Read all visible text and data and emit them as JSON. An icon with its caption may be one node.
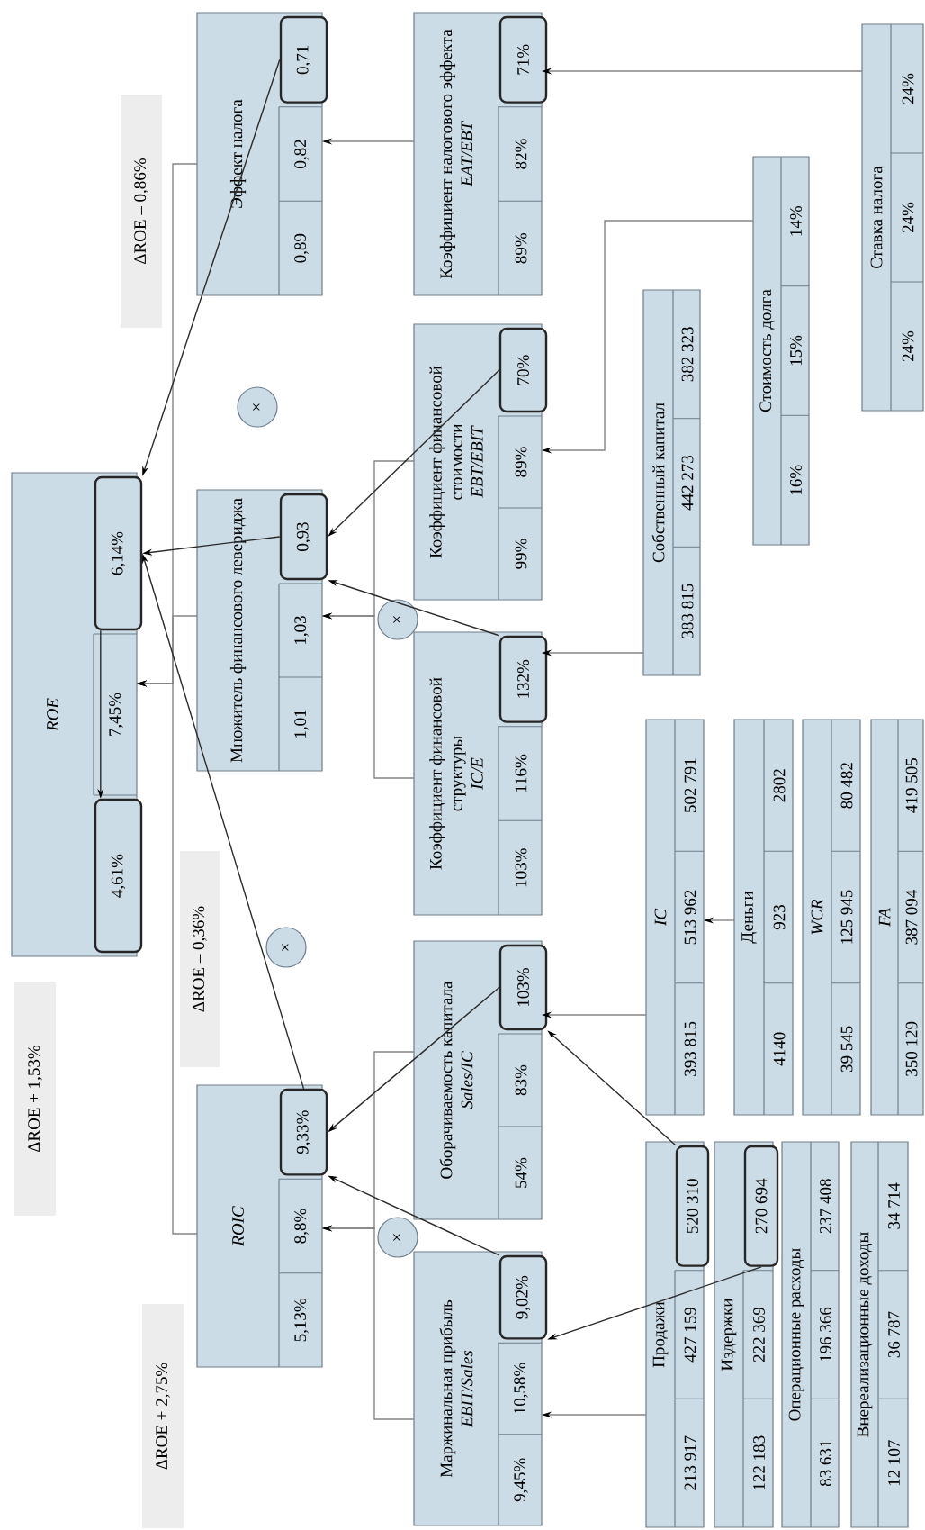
{
  "diagram": {
    "nodes": [
      {
        "text": [
          "ROE",
          "7,45%"
        ]
      },
      {
        "text": [
          "4,61%"
        ],
        "in": 0
      },
      {
        "text": [
          "6,14%"
        ],
        "in": 0
      },
      {
        "text": [
          "ROIC",
          "5,13%",
          "8,8%"
        ]
      },
      {
        "text": [
          "9,33%"
        ],
        "in": 3
      },
      {
        "text": [
          "Множитель финансового левериджа",
          "1,01",
          "1,03"
        ]
      },
      {
        "text": [
          "0,93"
        ],
        "in": 5
      },
      {
        "text": [
          "Эффект налога",
          "0,89",
          "0,82"
        ]
      },
      {
        "text": [
          "0,71"
        ],
        "in": 7
      },
      {
        "text": [
          "Маржинальная прибыль",
          "EBIT/Sales",
          "9,45%",
          "10,58%"
        ]
      },
      {
        "text": [
          "9,02%"
        ],
        "in": 9
      },
      {
        "text": [
          "Оборачиваемость капитала",
          "Sales/IC",
          "54%",
          "83%"
        ]
      },
      {
        "text": [
          "103%"
        ],
        "in": 11
      },
      {
        "text": [
          "Коэффициент финансовой структуры",
          "IC/E",
          "103%",
          "116%"
        ]
      },
      {
        "text": [
          "132%"
        ],
        "in": 13
      },
      {
        "text": [
          "Коэффициент финансовой стоимости",
          "EBT/EBIT",
          "99%",
          "89%"
        ]
      },
      {
        "text": [
          "70%"
        ],
        "in": 15
      },
      {
        "text": [
          "Коэффициент налогового эффекта",
          "EAT/EBT",
          "89%",
          "82%"
        ]
      },
      {
        "text": [
          "71%"
        ],
        "in": 17
      },
      {
        "text": [
          "Продажи",
          "213 917",
          "427 159"
        ]
      },
      {
        "text": [
          "520 310"
        ],
        "in": 19
      },
      {
        "text": [
          "Издержки",
          "122 183",
          "222 369"
        ]
      },
      {
        "text": [
          "270 694"
        ],
        "in": 21
      },
      {
        "text": [
          "Операционные расходы",
          "83 631",
          "196 366",
          "237 408"
        ]
      },
      {
        "text": [
          "Внереализационные доходы",
          "12 107",
          "36 787",
          "34 714"
        ]
      },
      {
        "text": [
          "IC",
          "393 815",
          "513 962",
          "502 791"
        ]
      },
      {
        "text": [
          "Деньги",
          "4140",
          "923",
          "2802"
        ]
      },
      {
        "text": [
          "WCR",
          "39 545",
          "125 945",
          "80 482"
        ]
      },
      {
        "text": [
          "FA",
          "350 129",
          "387 094",
          "419 505"
        ]
      },
      {
        "text": [
          "Собственный капитал",
          "383 815",
          "442 273",
          "382 323"
        ]
      },
      {
        "text": [
          "Стоимость долга",
          "16%",
          "15%",
          "14%"
        ]
      },
      {
        "text": [
          "Ставка налога",
          "24%",
          "24%",
          "24%"
        ]
      },
      {
        "text": [
          "×"
        ]
      },
      {
        "text": [
          "×"
        ]
      },
      {
        "text": [
          "×"
        ]
      },
      {
        "text": [
          "×"
        ]
      },
      {
        "text": [
          "ΔROE + 2,75%"
        ]
      },
      {
        "text": [
          "ΔROE + 1,53%"
        ]
      },
      {
        "text": [
          "ΔROE – 0,36%"
        ]
      },
      {
        "text": [
          "ΔROE – 0,86%"
        ]
      }
    ],
    "edges": [
      {
        "from": 3,
        "to": 0,
        "arrow": "to"
      },
      {
        "from": 5,
        "to": 0,
        "arrow": "to"
      },
      {
        "from": 7,
        "to": 0,
        "arrow": "to"
      },
      {
        "from": 9,
        "to": 3,
        "arrow": "to"
      },
      {
        "from": 11,
        "to": 3,
        "arrow": "to"
      },
      {
        "from": 13,
        "to": 5,
        "arrow": "to"
      },
      {
        "from": 15,
        "to": 5,
        "arrow": "to"
      },
      {
        "from": 17,
        "to": 7,
        "arrow": "to"
      },
      {
        "from": 19,
        "to": 9,
        "arrow": "to"
      },
      {
        "from": 25,
        "to": 11,
        "arrow": "to"
      },
      {
        "from": 26,
        "to": 25,
        "arrow": "to"
      },
      {
        "from": 29,
        "to": 13,
        "arrow": "to"
      },
      {
        "from": 30,
        "to": 15,
        "arrow": "to"
      },
      {
        "from": 31,
        "to": 17,
        "arrow": "to"
      },
      {
        "from": 8,
        "to": 2,
        "arrow": "to",
        "color": "#2b2b2b"
      },
      {
        "from": 6,
        "to": 2,
        "arrow": "to",
        "color": "#2b2b2b"
      },
      {
        "from": 4,
        "to": 2,
        "arrow": "to",
        "color": "#2b2b2b"
      },
      {
        "from": 16,
        "to": 6,
        "arrow": "to",
        "color": "#2b2b2b"
      },
      {
        "from": 14,
        "to": 6,
        "arrow": "to",
        "color": "#2b2b2b"
      },
      {
        "from": 12,
        "to": 4,
        "arrow": "to",
        "color": "#2b2b2b"
      },
      {
        "from": 10,
        "to": 4,
        "arrow": "to",
        "color": "#2b2b2b"
      },
      {
        "from": 20,
        "to": 12,
        "arrow": "to",
        "color": "#2b2b2b"
      },
      {
        "from": 22,
        "to": 10,
        "arrow": "to",
        "color": "#2b2b2b"
      },
      {
        "from": 2,
        "to": 1,
        "arrow": "to",
        "color": "#2b2b2b"
      }
    ]
  }
}
